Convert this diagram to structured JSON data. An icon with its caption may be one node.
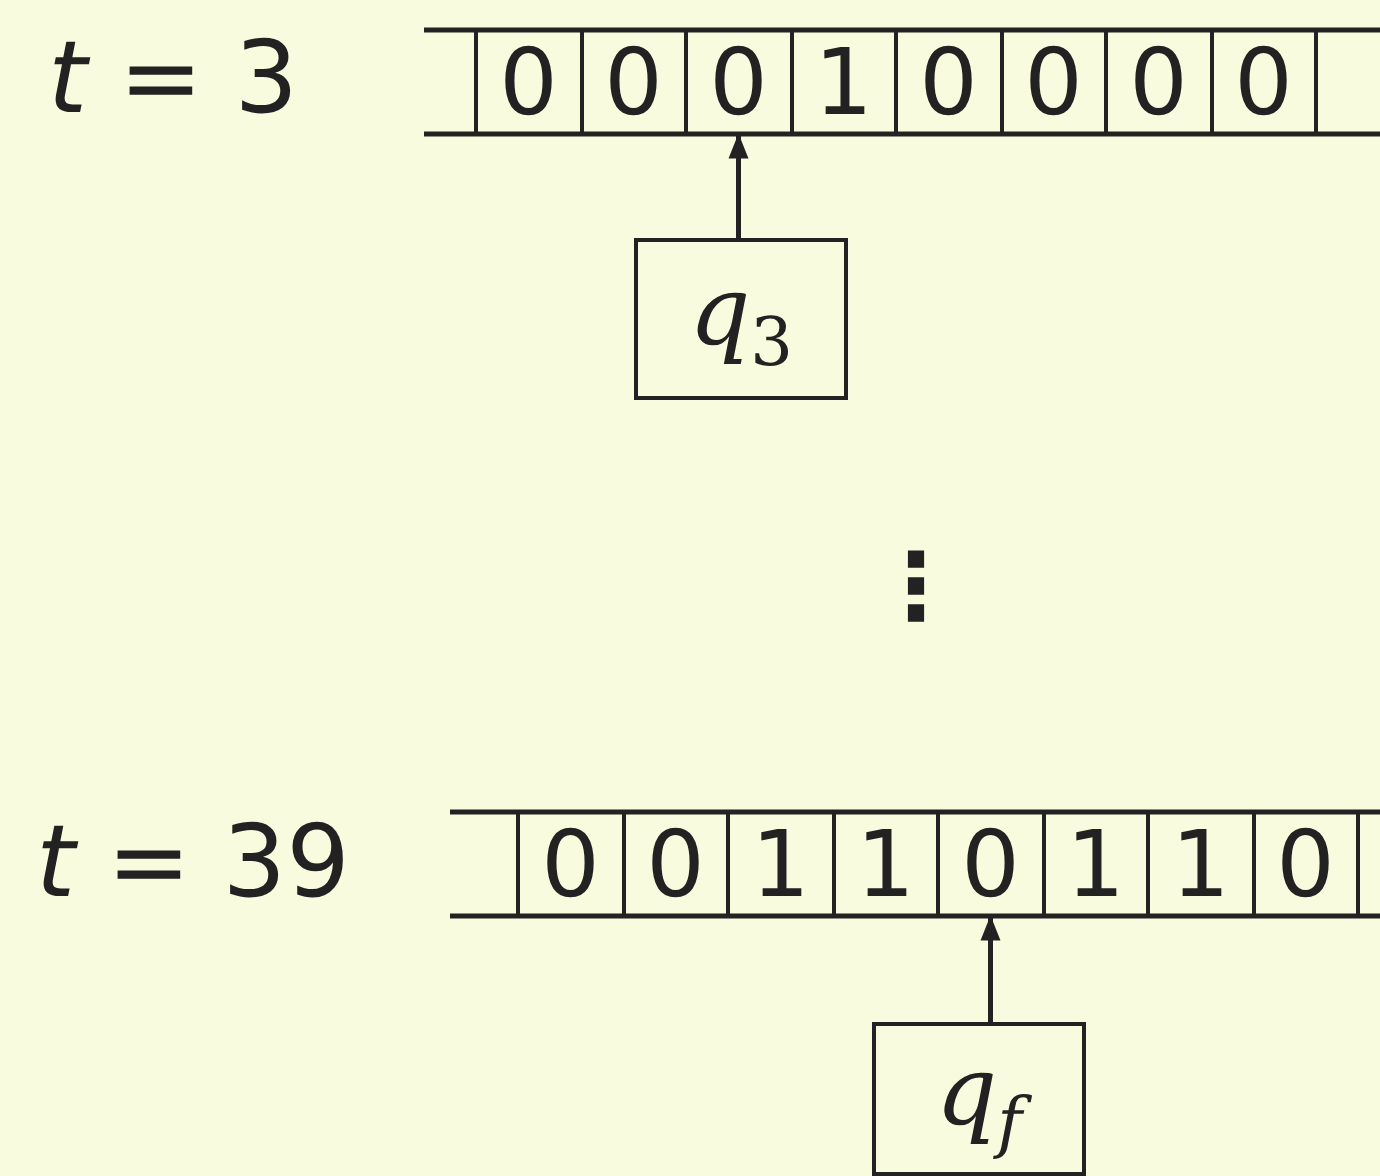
{
  "diagram": {
    "nodes": [
      {
        "text": [
          "0"
        ]
      },
      {
        "text": [
          "0"
        ]
      },
      {
        "text": [
          "0"
        ]
      },
      {
        "text": [
          "1"
        ]
      },
      {
        "text": [
          "0"
        ]
      },
      {
        "text": [
          "0"
        ]
      },
      {
        "text": [
          "0"
        ]
      },
      {
        "text": [
          "0"
        ]
      },
      {
        "text": [
          "*q*$_{3}$"
        ]
      },
      {
        "text": [
          "0"
        ]
      },
      {
        "text": [
          "0"
        ]
      },
      {
        "text": [
          "1"
        ]
      },
      {
        "text": [
          "1"
        ]
      },
      {
        "text": [
          "0"
        ]
      },
      {
        "text": [
          "1"
        ]
      },
      {
        "text": [
          "1"
        ]
      },
      {
        "text": [
          "0"
        ]
      },
      {
        "text": [
          "*q*$_{f}$"
        ]
      }
    ],
    "edges": [
      {
        "from": 8,
        "to": 2,
        "arrow": "to"
      },
      {
        "from": 17,
        "to": 13,
        "arrow": "to"
      }
    ],
    "labels": [
      "*t* = 3",
      "⋮",
      "*t* = 39"
    ]
  }
}
